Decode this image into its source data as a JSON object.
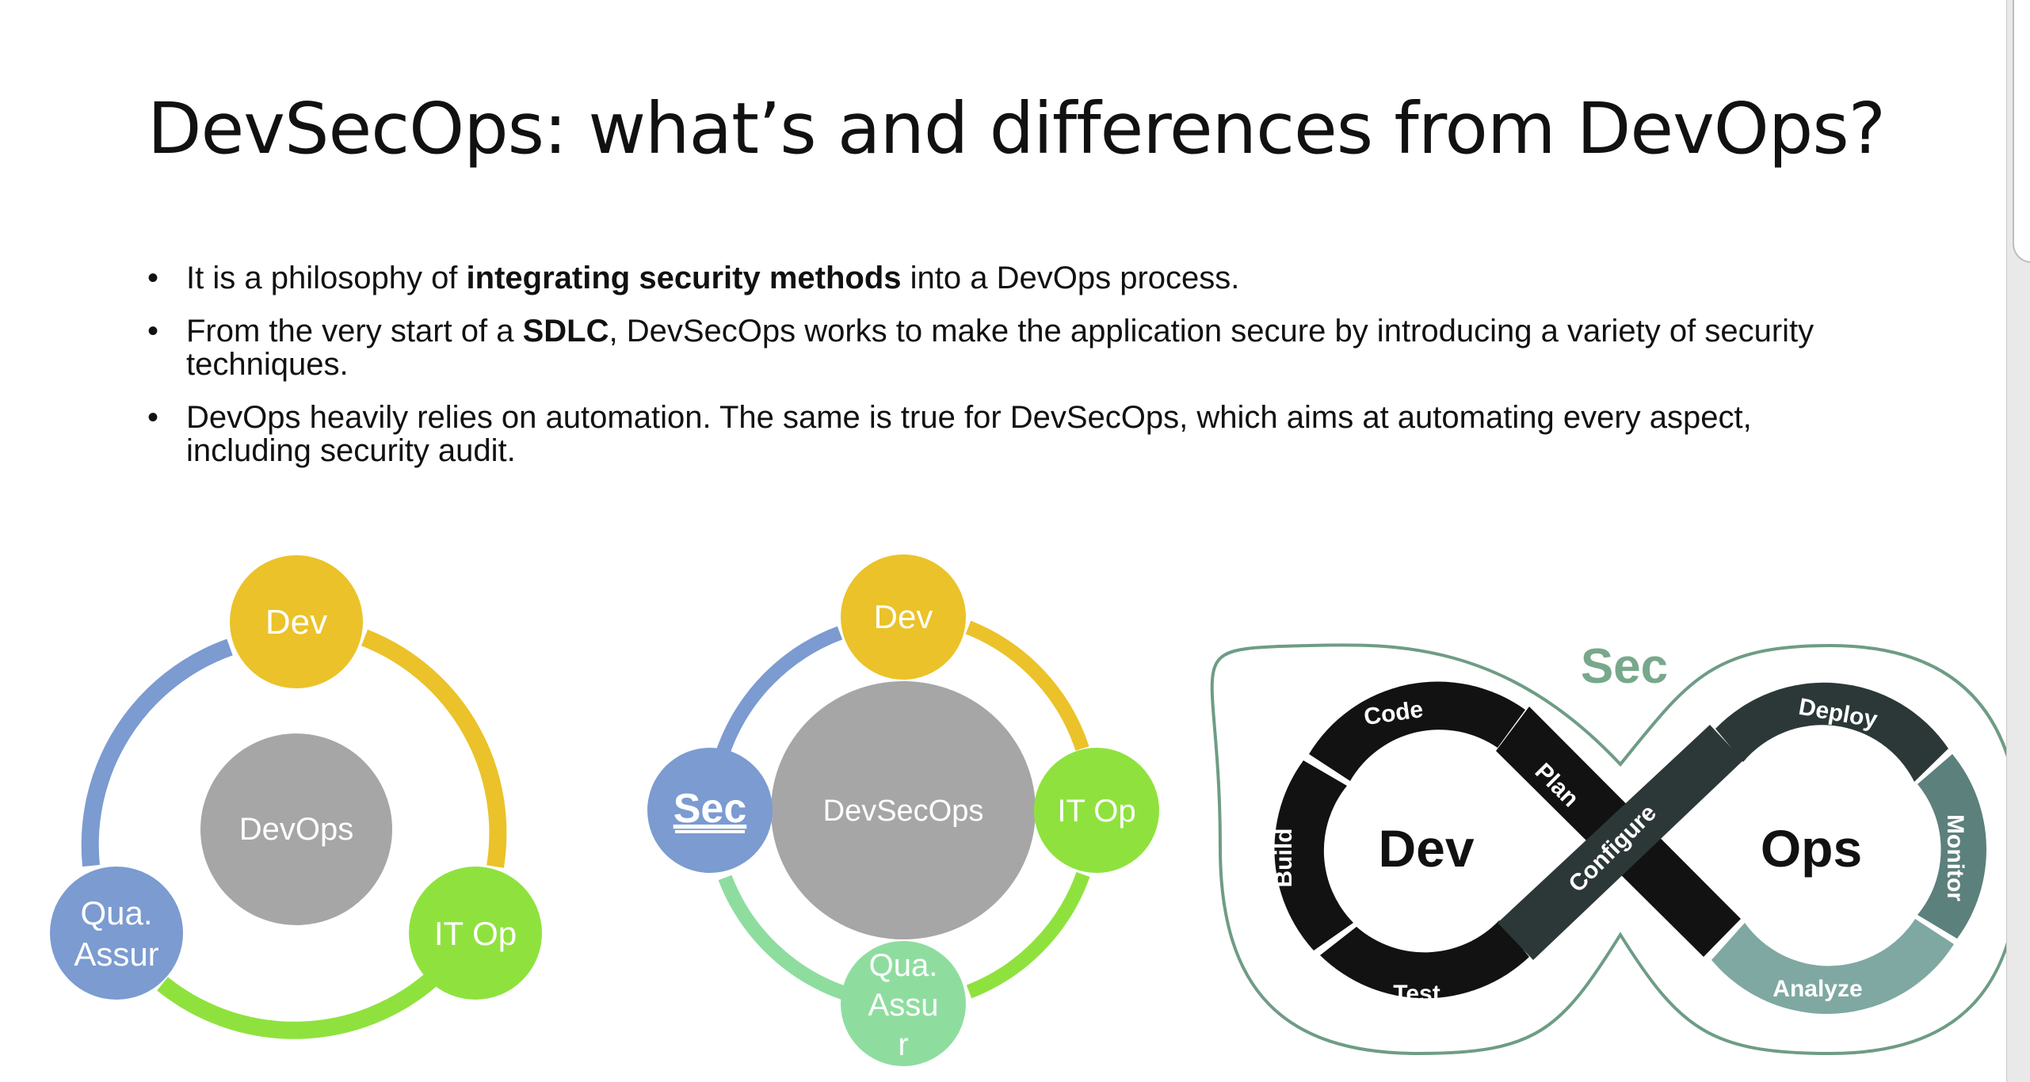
{
  "slide": {
    "title": "DevSecOps: what’s and differences from DevOps?",
    "bullets": [
      {
        "parts": [
          {
            "text": "It is a philosophy of ",
            "bold": false
          },
          {
            "text": "integrating security methods",
            "bold": true
          },
          {
            "text": " into a DevOps process.",
            "bold": false
          }
        ]
      },
      {
        "parts": [
          {
            "text": "From the very start of a ",
            "bold": false
          },
          {
            "text": "SDLC",
            "bold": true
          },
          {
            "text": ", DevSecOps works to make the application secure by introducing a variety of security techniques.",
            "bold": false
          }
        ]
      },
      {
        "parts": [
          {
            "text": "DevOps heavily relies on automation. The same is true for DevSecOps, which aims at automating every aspect, including security audit.",
            "bold": false
          }
        ]
      }
    ],
    "bullet_char": "•"
  },
  "devops_cycle": {
    "center": "DevOps",
    "nodes": {
      "dev": "Dev",
      "itop": "IT Op",
      "qa_line1": "Qua.",
      "qa_line2": "Assur"
    }
  },
  "devsecops_cycle": {
    "center": "DevSecOps",
    "nodes": {
      "dev": "Dev",
      "sec": "Sec",
      "itop": "IT Op",
      "qa_line1": "Qua.",
      "qa_line2": "Assu",
      "qa_line3": "r"
    }
  },
  "infinity": {
    "sec": "Sec",
    "dev": "Dev",
    "ops": "Ops",
    "stages": {
      "code": "Code",
      "plan": "Plan",
      "build": "Build",
      "test": "Test",
      "configure": "Configure",
      "deploy": "Deploy",
      "monitor": "Monitor",
      "analyze": "Analyze"
    }
  },
  "colors": {
    "gold": "#EBC229",
    "blue": "#7B9BD1",
    "green": "#8FE23E",
    "lightgreen": "#8EDD9F",
    "gray": "#A6A6A6",
    "infinity_outline": "#6E9C85",
    "sec_text": "#78A88C",
    "dev_dark": "#121212",
    "ops_dark": "#2C3837",
    "monitor": "#5C807C",
    "analyze": "#7FA8A2"
  }
}
